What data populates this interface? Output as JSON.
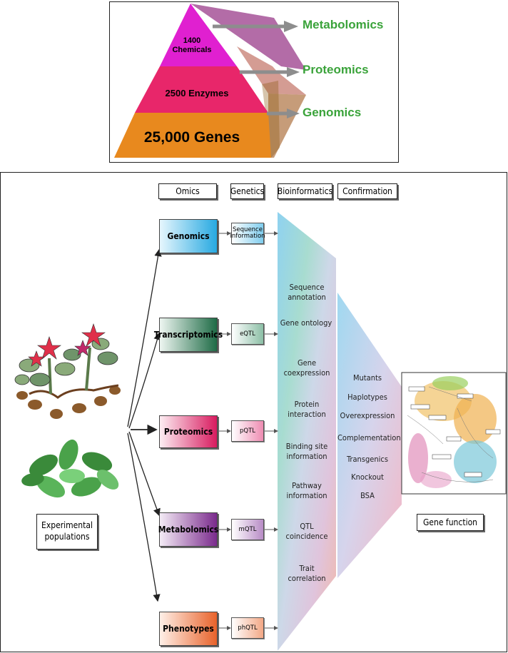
{
  "pyramid": {
    "top_label": "1400\nChemicals",
    "mid_label": "2500 Enzymes",
    "base_label": "25,000 Genes",
    "side_labels": [
      "Metabolomics",
      "Proteomics",
      "Genomics"
    ]
  },
  "workflow": {
    "column_headers": [
      "Omics",
      "Genetics",
      "Bioinformatics",
      "Confirmation"
    ],
    "omics": [
      "Genomics",
      "Transcriptomics",
      "Proteomics",
      "Metabolomics",
      "Phenotypes"
    ],
    "genetics": [
      "Sequence information",
      "eQTL",
      "pQTL",
      "mQTL",
      "phQTL"
    ],
    "bioinformatics": [
      "Sequence annotation",
      "Gene ontology",
      "Gene coexpression",
      "Protein interaction",
      "Binding site information",
      "Pathway information",
      "QTL coincidence",
      "Trait correlation"
    ],
    "confirmation": [
      "Mutants",
      "Haplotypes",
      "Overexpression",
      "Complementation",
      "Transgenics",
      "Knockout",
      "BSA"
    ],
    "source_label": "Experimental populations",
    "result_label": "Gene function"
  },
  "colors": {
    "pyramid_top": "#e020d0",
    "pyramid_mid": "#e8266a",
    "pyramid_base": "#e8891e",
    "label_green": "#3aa33a",
    "genomics": "#27a9e1",
    "transcriptomics": "#1e6b46",
    "proteomics": "#d81b5f",
    "metabolomics": "#7a2a8c",
    "phenotypes": "#e8622a"
  }
}
